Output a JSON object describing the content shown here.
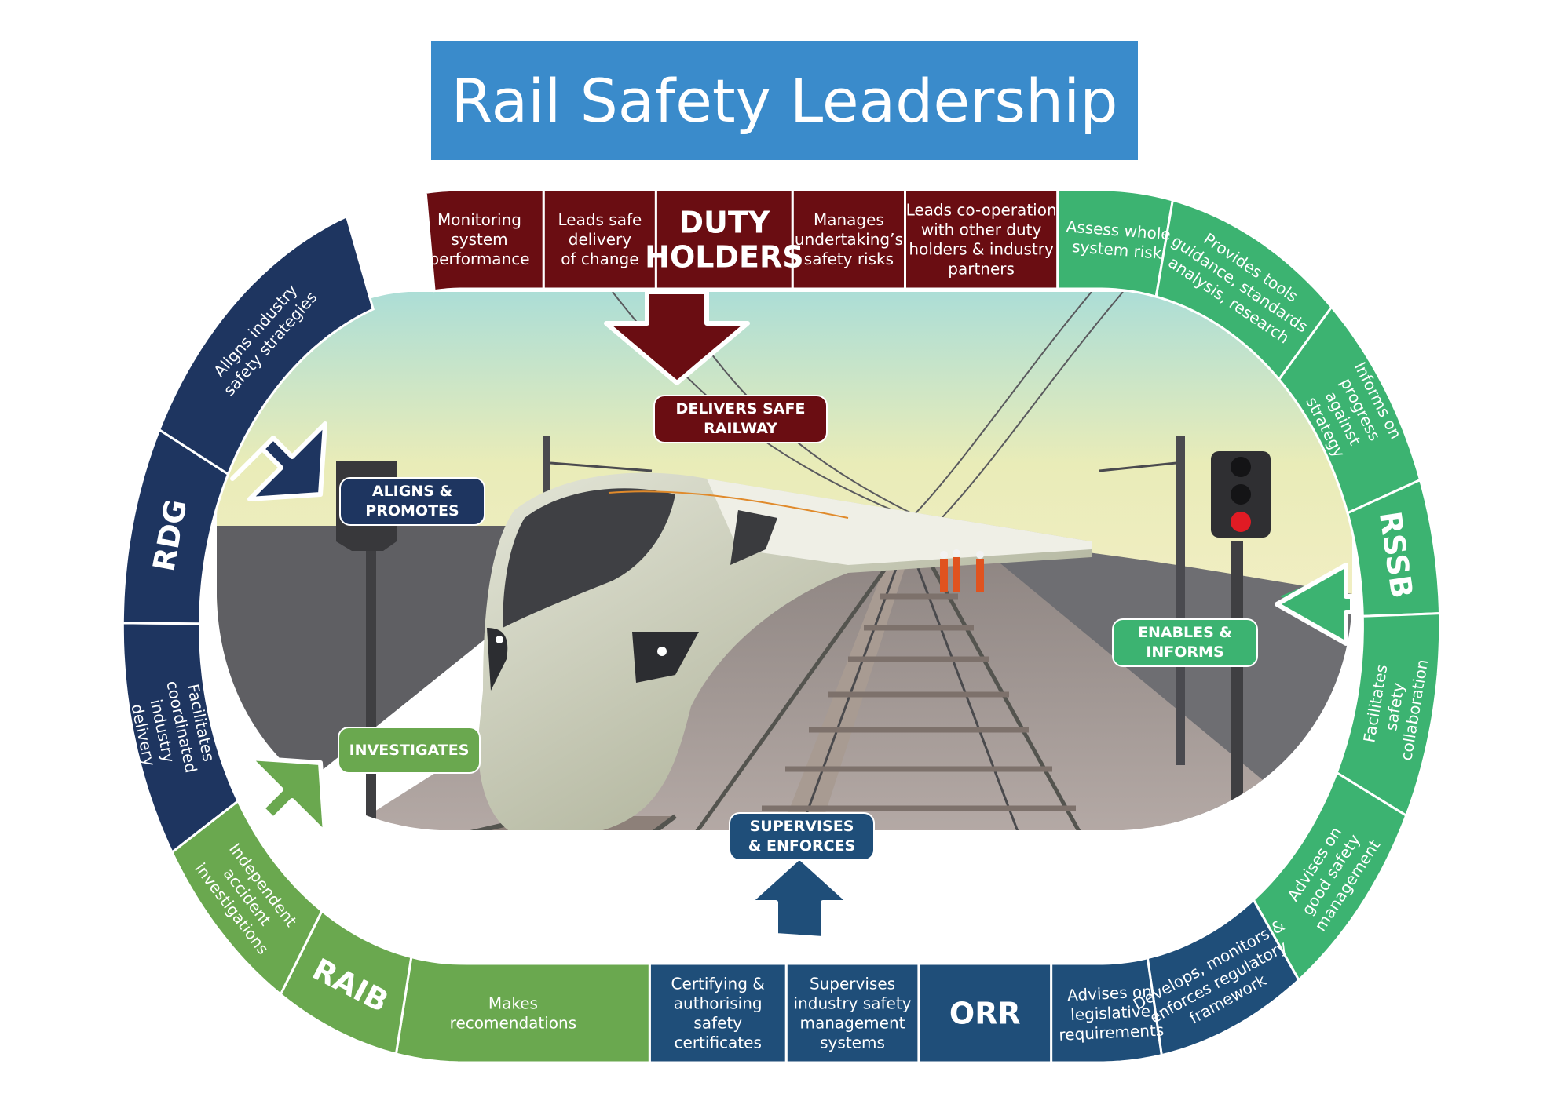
{
  "title": "Rail Safety Leadership",
  "colors": {
    "title_bg": "#3a8bcb",
    "duty_holders": "#6a0d12",
    "rdg": "#1e3560",
    "raib": "#6aa84f",
    "orr": "#1f4e79",
    "rssb": "#3cb371"
  },
  "groups": {
    "duty_holders": {
      "name": [
        "DUTY",
        "HOLDERS"
      ],
      "segments": [
        [
          "Monitoring",
          "system",
          "performance"
        ],
        [
          "Leads safe",
          "delivery",
          "of change"
        ],
        [
          "Manages",
          "undertaking’s",
          "safety risks"
        ],
        [
          "Leads co-operation",
          "with other duty",
          "holders & industry",
          "partners"
        ]
      ],
      "action": [
        "DELIVERS SAFE",
        "RAILWAY"
      ]
    },
    "rdg": {
      "name": "RDG",
      "segments": [
        [
          "Aligns industry",
          "safety strategies"
        ],
        [
          "Facilitates",
          "coordinated",
          "industry",
          "delivery"
        ]
      ],
      "action": [
        "ALIGNS &",
        "PROMOTES"
      ]
    },
    "raib": {
      "name": "RAIB",
      "segments": [
        [
          "Independent",
          "accident",
          "investigations"
        ],
        [
          "Makes",
          "recomendations"
        ]
      ],
      "action": [
        "INVESTIGATES"
      ]
    },
    "orr": {
      "name": "ORR",
      "segments": [
        [
          "Certifying &",
          "authorising",
          "safety",
          "certificates"
        ],
        [
          "Supervises",
          "industry safety",
          "management",
          "systems"
        ],
        [
          "Advises on",
          "legislative",
          "requirements"
        ],
        [
          "Develops, monitors &",
          "enforces regulatory",
          "framework"
        ]
      ],
      "action": [
        "SUPERVISES",
        "& ENFORCES"
      ]
    },
    "rssb": {
      "name": "RSSB",
      "segments": [
        [
          "Assess whole",
          "system risk"
        ],
        [
          "Provides tools",
          "guidance, standards",
          "analysis, research"
        ],
        [
          "Informs on",
          "progress",
          "against",
          "strategy"
        ],
        [
          "Facilitates",
          "safety",
          "collaboration"
        ],
        [
          "Advises on",
          "good safety",
          "management"
        ]
      ],
      "action": [
        "ENABLES &",
        "INFORMS"
      ]
    }
  }
}
